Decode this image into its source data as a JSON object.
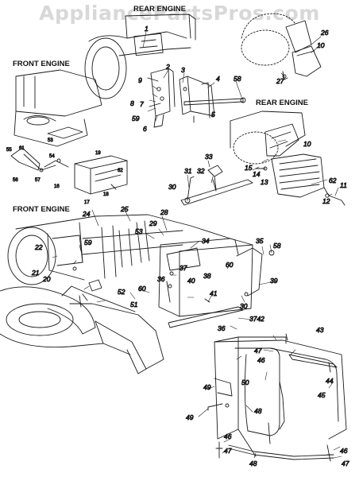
{
  "watermark": "AppliancePartsPros.com",
  "sections": {
    "rear_engine_top": "REAR ENGINE",
    "front_engine_left": "FRONT ENGINE",
    "rear_engine_right": "REAR ENGINE",
    "front_engine_mid": "FRONT ENGINE"
  },
  "callouts": {
    "c1": "1",
    "c2": "2",
    "c3": "3",
    "c4": "4",
    "c5": "5",
    "c6": "6",
    "c7": "7",
    "c8": "8",
    "c9": "9",
    "c10a": "10",
    "c10b": "10",
    "c11": "11",
    "c12": "12",
    "c13": "13",
    "c14": "14",
    "c15": "15",
    "c16": "16",
    "c17": "17",
    "c18": "18",
    "c19": "19",
    "c20": "20",
    "c21": "21",
    "c22": "22",
    "c24": "24",
    "c25": "25",
    "c26": "26",
    "c27": "27",
    "c28": "28",
    "c29": "29",
    "c30a": "30",
    "c30b": "30",
    "c31": "31",
    "c32": "32",
    "c33": "33",
    "c34": "34",
    "c35": "35",
    "c36a": "36",
    "c36b": "36",
    "c37a": "37",
    "c3742": "3742",
    "c38": "38",
    "c39": "39",
    "c40": "40",
    "c41": "41",
    "c43": "43",
    "c44": "44",
    "c45": "45",
    "c46a": "46",
    "c46b": "46",
    "c46c": "46",
    "c47a": "47",
    "c47b": "47",
    "c47c": "47",
    "c48a": "48",
    "c48b": "48",
    "c49a": "49",
    "c49b": "49",
    "c50": "50",
    "c51": "51",
    "c52": "52",
    "c53": "53",
    "c54": "54",
    "c55": "55",
    "c56": "56",
    "c57": "57",
    "c58a": "58",
    "c58b": "58",
    "c59a": "59",
    "c59b": "59",
    "c60a": "60",
    "c60b": "60",
    "c61": "61",
    "c62a": "62",
    "c62b": "62"
  }
}
